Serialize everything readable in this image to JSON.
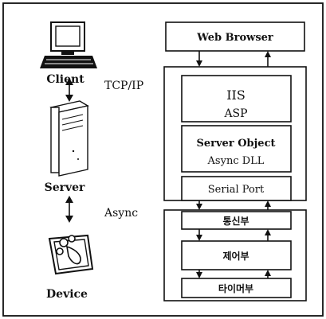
{
  "left_column": {
    "client_label": "Client",
    "protocol_label": "TCP/IP",
    "server_label": "Server",
    "async_label": "Async",
    "device_label": "Device"
  },
  "stack": {
    "web_browser": "Web Browser",
    "iis": "IIS",
    "asp": "ASP",
    "server_object": "Server Object",
    "async_dll": "Async DLL",
    "serial_port": "Serial Port",
    "comm_unit": "통신부",
    "control_unit": "제어부",
    "timer_unit": "타이머부"
  }
}
